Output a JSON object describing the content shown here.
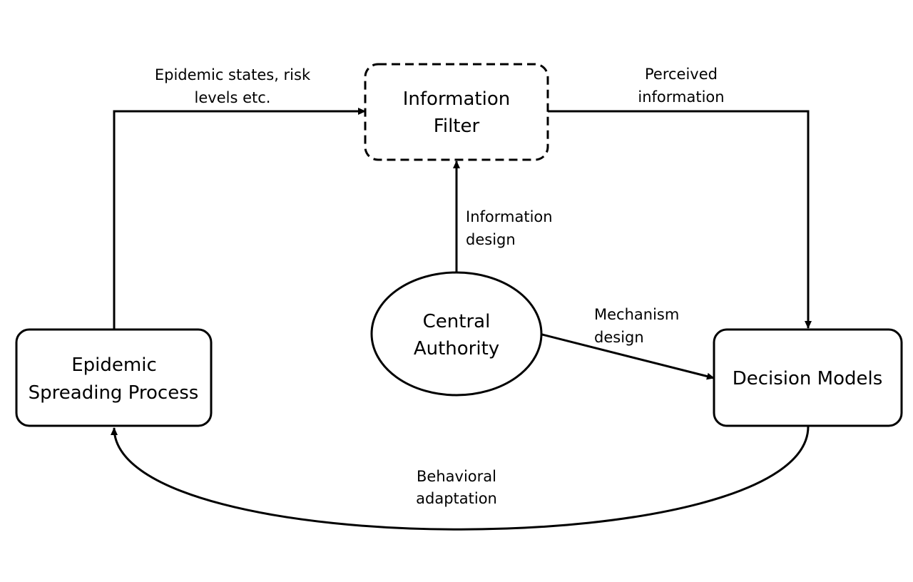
{
  "nodes": {
    "information_filter": {
      "line1": "Information",
      "line2": "Filter"
    },
    "central_authority": {
      "line1": "Central",
      "line2": "Authority"
    },
    "epidemic_process": {
      "line1": "Epidemic",
      "line2": "Spreading Process"
    },
    "decision_models": {
      "line1": "Decision Models"
    }
  },
  "edges": {
    "epidemic_to_filter": {
      "line1": "Epidemic states, risk",
      "line2": "levels etc."
    },
    "filter_to_decision": {
      "line1": "Perceived",
      "line2": "information"
    },
    "authority_to_filter": {
      "line1": "Information",
      "line2": "design"
    },
    "authority_to_decision": {
      "line1": "Mechanism",
      "line2": "design"
    },
    "decision_to_epidemic": {
      "line1": "Behavioral",
      "line2": "adaptation"
    }
  }
}
